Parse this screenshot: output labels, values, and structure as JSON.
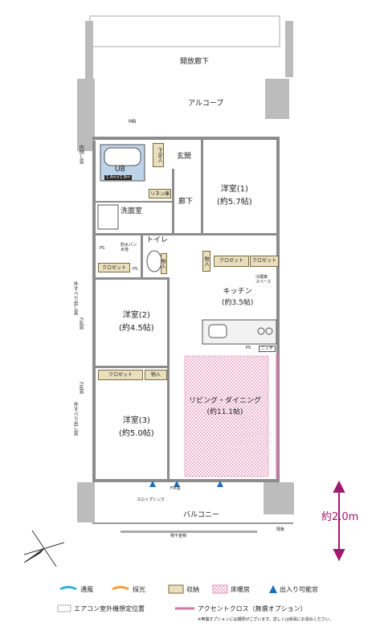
{
  "plan": {
    "corridor": "開放廊下",
    "alcove": "アルコーブ",
    "mb": "MB",
    "entrance": "玄関",
    "hallway": "廊下",
    "ub": "UB",
    "ub_size": "1.4m×1.8m",
    "shoe_storage": "下足入",
    "linen": "リネン庫",
    "washroom": "洗面室",
    "toilet": "トイレ",
    "ps": "PS",
    "waterproof_pan": "防水パン\n水栓",
    "closet": "クロゼット",
    "storage": "物入",
    "western1": "洋室(1)",
    "western1_size": "(約5.7帖)",
    "western2": "洋室(2)",
    "western2_size": "(約4.5帖)",
    "western3": "洋室(3)",
    "western3_size": "(約5.0帖)",
    "kitchen": "キッチン",
    "kitchen_size": "(約3.5帖)",
    "fridge": "冷蔵庫\nスペース",
    "niche": "ニッチ",
    "living": "リビング・ダイニング",
    "living_size": "(約11.1帖)",
    "balcony": "バルコニー",
    "slop_sink": "スロップシンク",
    "fix_window": "FIX窓",
    "laundry": "物干金物",
    "partition": "隔板",
    "side_window_1": "内倒し窓",
    "side_window_2": "外すべり出し窓",
    "height": "約2.0m"
  },
  "legend": {
    "ventilation": "通風",
    "daylight": "採光",
    "storage": "収納",
    "floor_heating": "床暖房",
    "window": "出入り可能窓",
    "ac_unit": "エアコン室外機想定位置",
    "accent_cloth": "アクセントクロス（無償オプション）",
    "note": "※無償オプションには期限がございます。詳しくは係員にお尋ねください。"
  },
  "colors": {
    "ub_fill": "#bcd3ea",
    "storage_fill": "#e9dfbd",
    "floor_heating": "#e58fb6",
    "accent": "#d07aa6",
    "wall": "#8c8c8c",
    "ventilation": "#33b3e0",
    "daylight": "#f2a33c",
    "height_arrow": "#a0196e"
  }
}
